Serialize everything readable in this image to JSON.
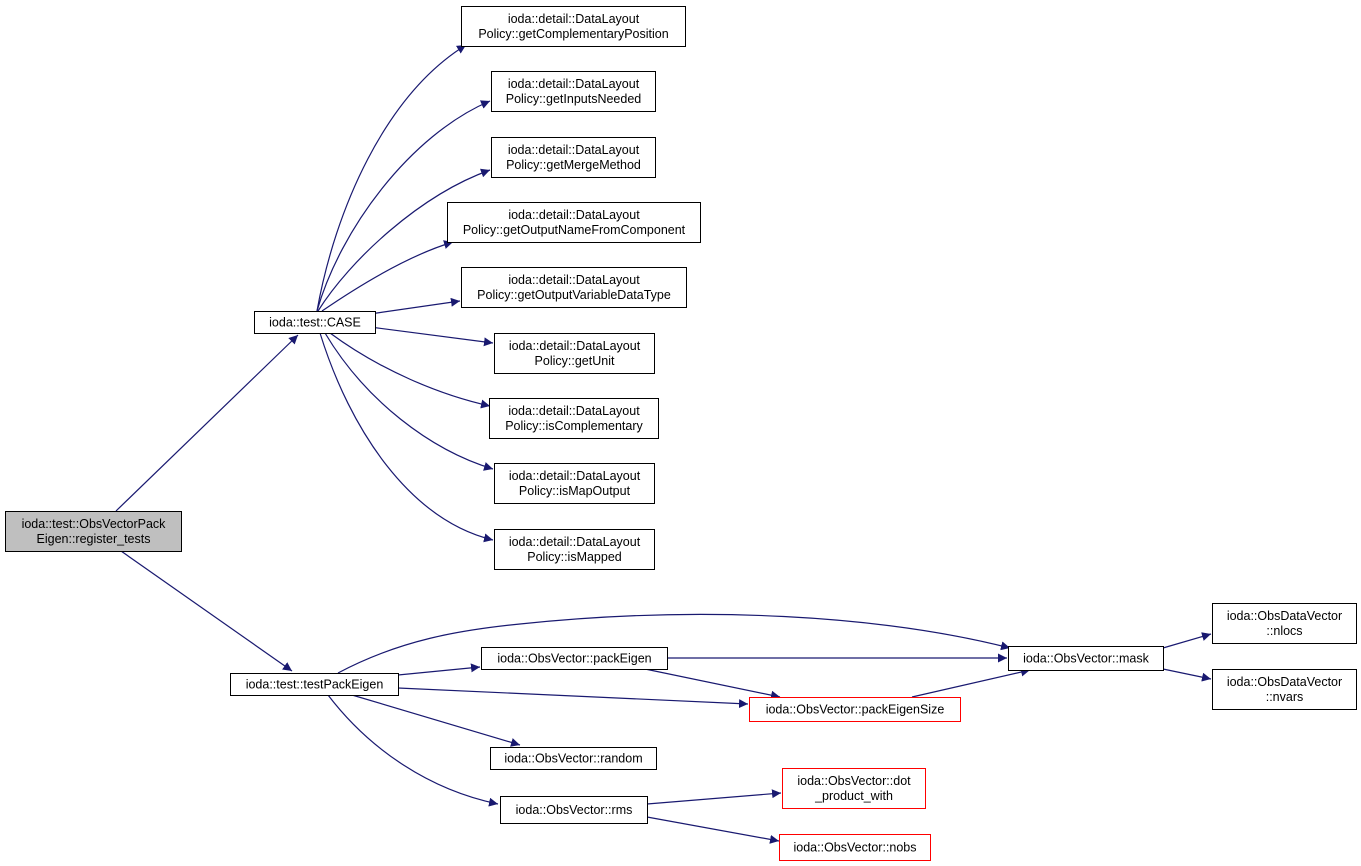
{
  "colors": {
    "edge": "#191970",
    "node_border": "#000000",
    "node_border_incomplete": "#ff0000",
    "root_fill": "#bfbfbf",
    "node_fill": "#ffffff"
  },
  "nodes": {
    "root": {
      "lines": [
        "ioda::test::ObsVectorPack",
        "Eigen::register_tests"
      ]
    },
    "case": {
      "lines": [
        "ioda::test::CASE"
      ]
    },
    "testpack": {
      "lines": [
        "ioda::test::testPackEigen"
      ]
    },
    "gcp": {
      "lines": [
        "ioda::detail::DataLayout",
        "Policy::getComplementaryPosition"
      ]
    },
    "gin": {
      "lines": [
        "ioda::detail::DataLayout",
        "Policy::getInputsNeeded"
      ]
    },
    "gmm": {
      "lines": [
        "ioda::detail::DataLayout",
        "Policy::getMergeMethod"
      ]
    },
    "gonfc": {
      "lines": [
        "ioda::detail::DataLayout",
        "Policy::getOutputNameFromComponent"
      ]
    },
    "govdt": {
      "lines": [
        "ioda::detail::DataLayout",
        "Policy::getOutputVariableDataType"
      ]
    },
    "gu": {
      "lines": [
        "ioda::detail::DataLayout",
        "Policy::getUnit"
      ]
    },
    "ic": {
      "lines": [
        "ioda::detail::DataLayout",
        "Policy::isComplementary"
      ]
    },
    "imo": {
      "lines": [
        "ioda::detail::DataLayout",
        "Policy::isMapOutput"
      ]
    },
    "im": {
      "lines": [
        "ioda::detail::DataLayout",
        "Policy::isMapped"
      ]
    },
    "packeigen": {
      "lines": [
        "ioda::ObsVector::packEigen"
      ]
    },
    "packsize": {
      "lines": [
        "ioda::ObsVector::packEigenSize"
      ]
    },
    "random": {
      "lines": [
        "ioda::ObsVector::random"
      ]
    },
    "rms": {
      "lines": [
        "ioda::ObsVector::rms"
      ]
    },
    "mask": {
      "lines": [
        "ioda::ObsVector::mask"
      ]
    },
    "dot": {
      "lines": [
        "ioda::ObsVector::dot",
        "_product_with"
      ]
    },
    "nobs": {
      "lines": [
        "ioda::ObsVector::nobs"
      ]
    },
    "nlocs": {
      "lines": [
        "ioda::ObsDataVector",
        "::nlocs"
      ]
    },
    "nvars": {
      "lines": [
        "ioda::ObsDataVector",
        "::nvars"
      ]
    }
  },
  "edges": [
    [
      "root",
      "case"
    ],
    [
      "root",
      "testpack"
    ],
    [
      "case",
      "gcp"
    ],
    [
      "case",
      "gin"
    ],
    [
      "case",
      "gmm"
    ],
    [
      "case",
      "gonfc"
    ],
    [
      "case",
      "govdt"
    ],
    [
      "case",
      "gu"
    ],
    [
      "case",
      "ic"
    ],
    [
      "case",
      "imo"
    ],
    [
      "case",
      "im"
    ],
    [
      "testpack",
      "mask"
    ],
    [
      "testpack",
      "packeigen"
    ],
    [
      "testpack",
      "packsize"
    ],
    [
      "testpack",
      "random"
    ],
    [
      "testpack",
      "rms"
    ],
    [
      "packeigen",
      "mask"
    ],
    [
      "packeigen",
      "packsize"
    ],
    [
      "packsize",
      "mask"
    ],
    [
      "rms",
      "dot"
    ],
    [
      "rms",
      "nobs"
    ],
    [
      "mask",
      "nlocs"
    ],
    [
      "mask",
      "nvars"
    ]
  ]
}
